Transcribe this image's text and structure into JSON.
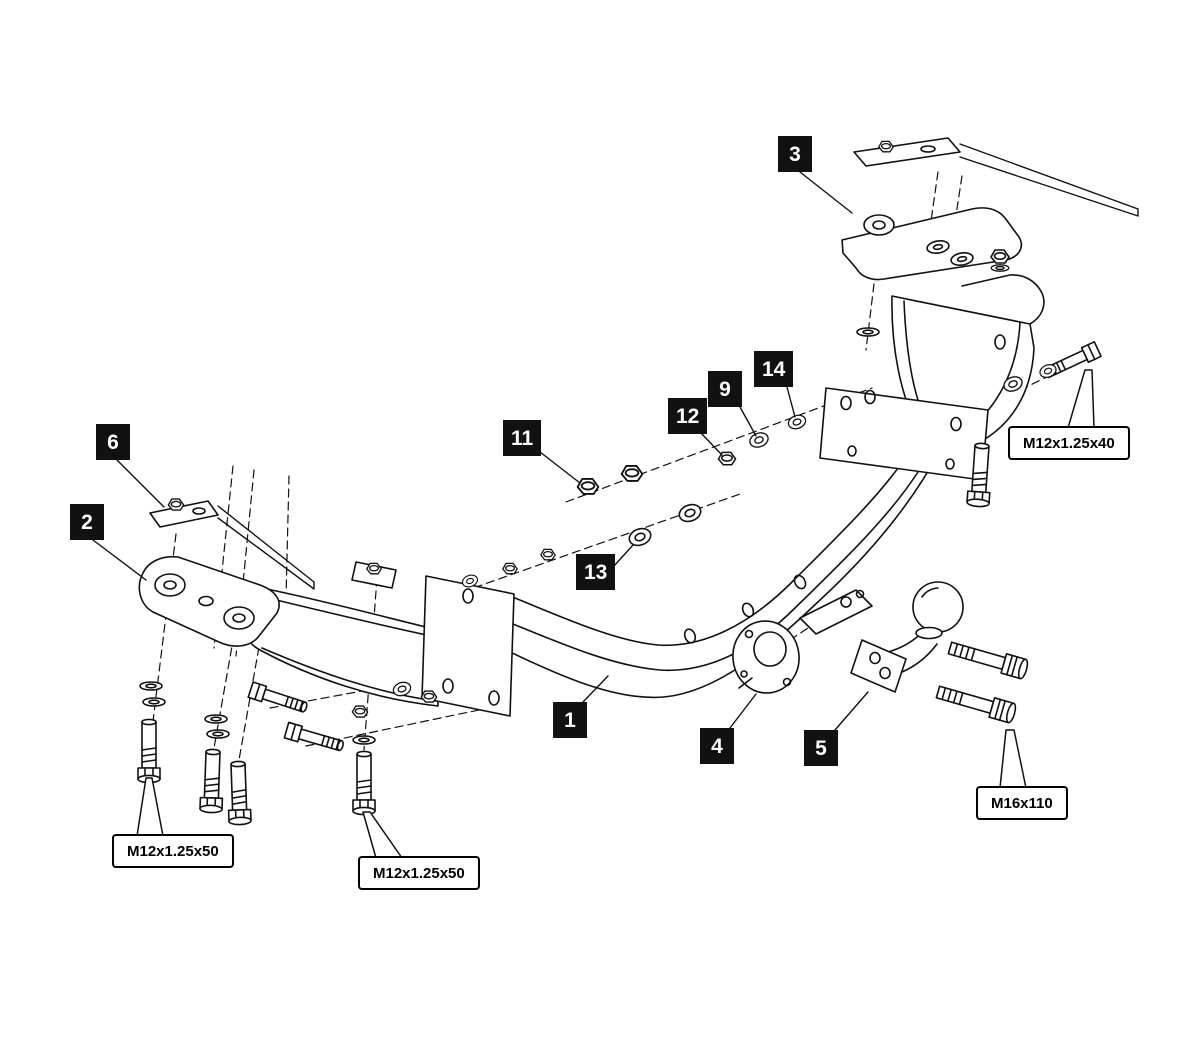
{
  "style": {
    "background": "#ffffff",
    "line_color": "#111111",
    "label_background": "#111111",
    "label_text": "#ffffff"
  },
  "part_labels": [
    {
      "number": "1"
    },
    {
      "number": "2"
    },
    {
      "number": "3"
    },
    {
      "number": "4"
    },
    {
      "number": "5"
    },
    {
      "number": "6"
    },
    {
      "number": "9"
    },
    {
      "number": "11"
    },
    {
      "number": "12"
    },
    {
      "number": "13"
    },
    {
      "number": "14"
    }
  ],
  "callouts": [
    {
      "text": "M12x1.25x50"
    },
    {
      "text": "M12x1.25x50"
    },
    {
      "text": "M16x110"
    },
    {
      "text": "M12x1.25x40"
    }
  ]
}
